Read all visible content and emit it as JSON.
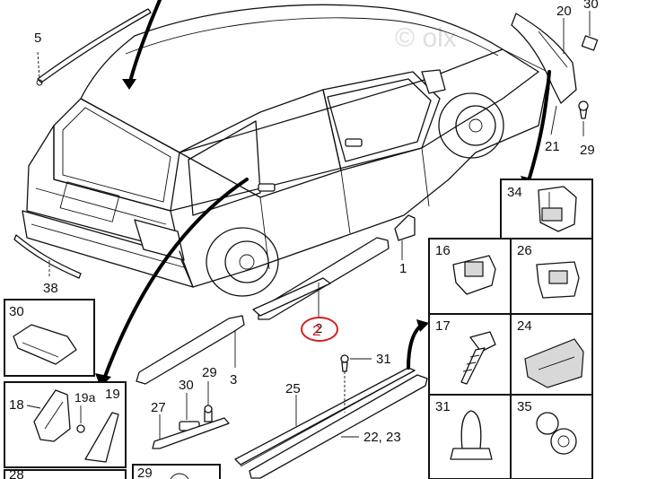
{
  "watermark": "© olx",
  "callouts": {
    "c1": "1",
    "c2": "2",
    "c3": "3",
    "c5": "5",
    "c20": "20",
    "c30_top": "30",
    "c21": "21",
    "c29_right": "29",
    "c38": "38",
    "c29_mid": "29",
    "c30_mid": "30",
    "c27": "27",
    "c25": "25",
    "c31_mid": "31",
    "c22_23": "22, 23"
  },
  "panels": {
    "p30": "30",
    "p18": "18",
    "p19a": "19a",
    "p19": "19",
    "p28": "28",
    "p29": "29",
    "p34": "34",
    "p16": "16",
    "p26": "26",
    "p17": "17",
    "p24": "24",
    "p31": "31",
    "p35": "35"
  }
}
